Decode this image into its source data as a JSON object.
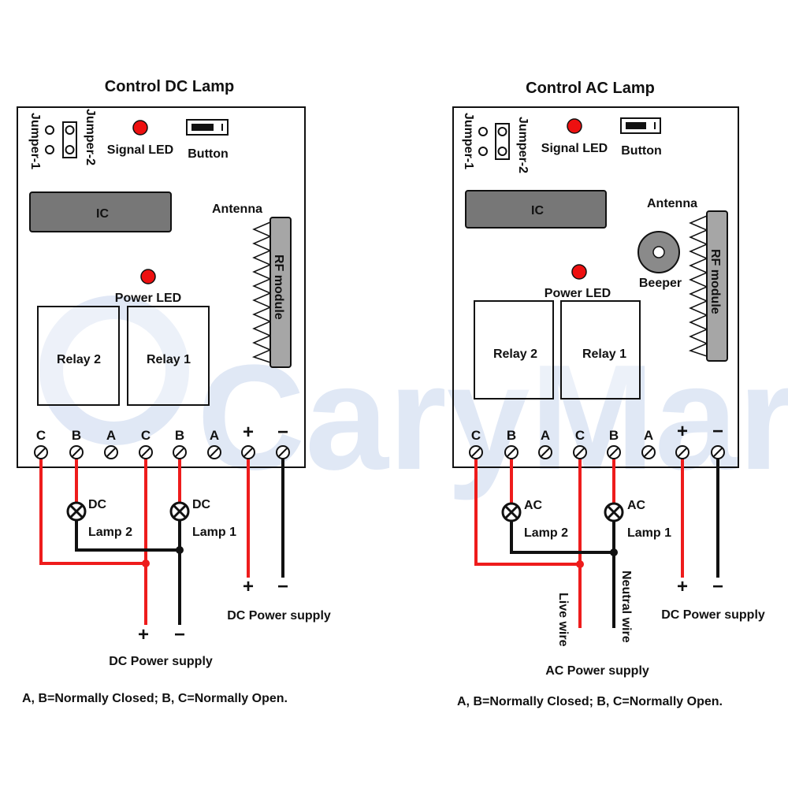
{
  "watermark": "CaryMart",
  "colors": {
    "live": "#ee1c1c",
    "neutral": "#111111",
    "led": "#ee1010",
    "ic_fill": "#777777",
    "rf_fill": "#a6a6a6",
    "watermark": "#c8d6ee"
  },
  "left": {
    "title": "Control DC Lamp",
    "jumper1": "Jumper-1",
    "jumper2": "Jumper-2",
    "signal_led": "Signal LED",
    "button": "Button",
    "ic": "IC",
    "antenna": "Antenna",
    "rf_module": "RF module",
    "power_led": "Power LED",
    "relay2": "Relay 2",
    "relay1": "Relay 1",
    "terminals": [
      "C",
      "B",
      "A",
      "C",
      "B",
      "A",
      "+",
      "−"
    ],
    "lamp2_type": "DC",
    "lamp2_name": "Lamp 2",
    "lamp1_type": "DC",
    "lamp1_name": "Lamp 1",
    "supply_plus": "+",
    "supply_minus": "−",
    "supply_label": "DC Power supply",
    "board_supply_plus": "+",
    "board_supply_minus": "−",
    "board_supply_label": "DC Power supply",
    "note": "A, B=Normally Closed;  B, C=Normally Open."
  },
  "right": {
    "title": "Control AC Lamp",
    "jumper1": "Jumper-1",
    "jumper2": "Jumper-2",
    "signal_led": "Signal LED",
    "button": "Button",
    "ic": "IC",
    "antenna": "Antenna",
    "rf_module": "RF module",
    "beeper": "Beeper",
    "power_led": "Power LED",
    "relay2": "Relay 2",
    "relay1": "Relay 1",
    "terminals": [
      "C",
      "B",
      "A",
      "C",
      "B",
      "A",
      "+",
      "−"
    ],
    "lamp2_type": "AC",
    "lamp2_name": "Lamp 2",
    "lamp1_type": "AC",
    "lamp1_name": "Lamp 1",
    "live_wire": "Live wire",
    "neutral_wire": "Neutral wire",
    "supply_label": "AC Power supply",
    "board_supply_plus": "+",
    "board_supply_minus": "−",
    "board_supply_label": "DC Power supply",
    "note": "A, B=Normally Closed;  B, C=Normally Open."
  }
}
